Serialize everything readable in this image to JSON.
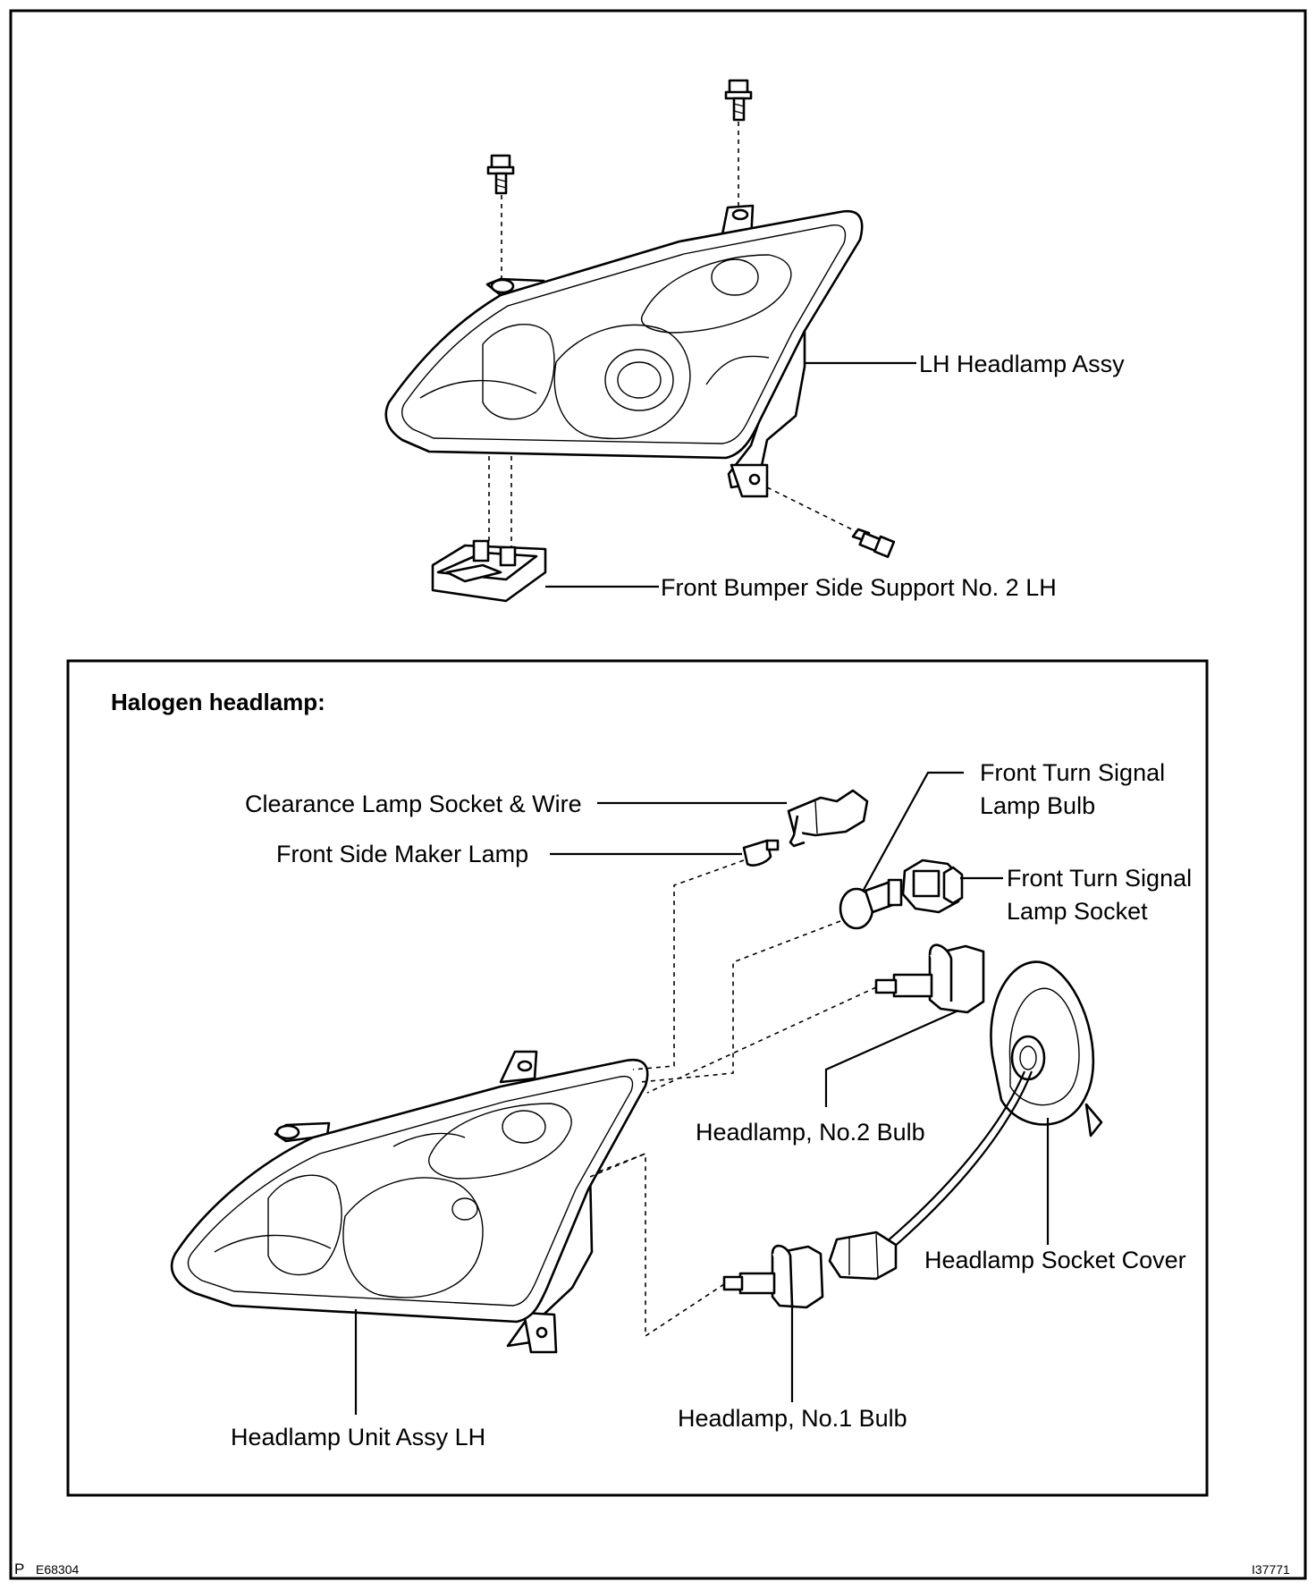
{
  "upper_labels": {
    "lh_headlamp_assy": "LH Headlamp Assy",
    "front_bumper_side_support": "Front Bumper Side Support No. 2 LH"
  },
  "inset": {
    "title": "Halogen headlamp:",
    "labels": {
      "clearance_lamp_socket": "Clearance Lamp Socket & Wire",
      "front_side_maker_lamp": "Front Side Maker Lamp",
      "front_turn_signal_bulb_line1": "Front Turn Signal",
      "front_turn_signal_bulb_line2": "Lamp Bulb",
      "front_turn_signal_socket_line1": "Front Turn Signal",
      "front_turn_signal_socket_line2": "Lamp Socket",
      "headlamp_no2_bulb": "Headlamp, No.2 Bulb",
      "headlamp_socket_cover": "Headlamp Socket Cover",
      "headlamp_no1_bulb": "Headlamp, No.1 Bulb",
      "headlamp_unit_assy": "Headlamp Unit Assy LH"
    }
  },
  "footer": {
    "page_letter": "P",
    "figure_code": "E68304",
    "drawing_number": "I37771"
  }
}
